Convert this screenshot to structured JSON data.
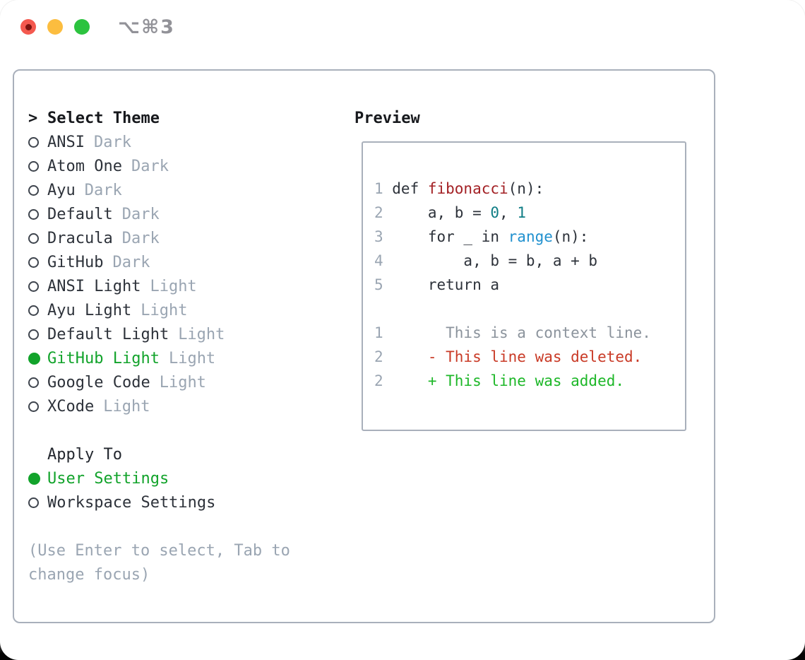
{
  "window": {
    "title_shortcut": "⌥⌘3"
  },
  "colors": {
    "fg": "#2d323a",
    "dim": "#9aa5b2",
    "ctx": "#8b939c",
    "func_red": "#a32125",
    "num_teal": "#0f7d85",
    "builtin_blue": "#2191cf",
    "del_red": "#c93a26",
    "add_green": "#1db728",
    "sel_green": "#12a32b"
  },
  "left": {
    "header": {
      "marker": ">",
      "label": "Select Theme"
    },
    "themes": [
      {
        "name": "ANSI",
        "variant": "Dark",
        "selected": false
      },
      {
        "name": "Atom One",
        "variant": "Dark",
        "selected": false
      },
      {
        "name": "Ayu",
        "variant": "Dark",
        "selected": false
      },
      {
        "name": "Default",
        "variant": "Dark",
        "selected": false
      },
      {
        "name": "Dracula",
        "variant": "Dark",
        "selected": false
      },
      {
        "name": "GitHub",
        "variant": "Dark",
        "selected": false
      },
      {
        "name": "ANSI Light",
        "variant": "Light",
        "selected": false
      },
      {
        "name": "Ayu Light",
        "variant": "Light",
        "selected": false
      },
      {
        "name": "Default Light",
        "variant": "Light",
        "selected": false
      },
      {
        "name": "GitHub Light",
        "variant": "Light",
        "selected": true
      },
      {
        "name": "Google Code",
        "variant": "Light",
        "selected": false
      },
      {
        "name": "XCode",
        "variant": "Light",
        "selected": false
      }
    ],
    "apply_to": {
      "label": "Apply To",
      "options": [
        {
          "name": "User Settings",
          "selected": true
        },
        {
          "name": "Workspace Settings",
          "selected": false
        }
      ]
    },
    "hint_lines": [
      "(Use Enter to select, Tab to",
      "change focus)"
    ]
  },
  "preview": {
    "label": "Preview",
    "code_lines": [
      {
        "kind": "code",
        "num": "1",
        "tokens": [
          {
            "text": "def ",
            "color": "fg"
          },
          {
            "text": "fibonacci",
            "color": "func_red"
          },
          {
            "text": "(n):",
            "color": "fg"
          }
        ]
      },
      {
        "kind": "code",
        "num": "2",
        "tokens": [
          {
            "text": "    a, b = ",
            "color": "fg"
          },
          {
            "text": "0",
            "color": "num_teal"
          },
          {
            "text": ", ",
            "color": "fg"
          },
          {
            "text": "1",
            "color": "num_teal"
          }
        ]
      },
      {
        "kind": "code",
        "num": "3",
        "tokens": [
          {
            "text": "    for _ in ",
            "color": "fg"
          },
          {
            "text": "range",
            "color": "builtin_blue"
          },
          {
            "text": "(n):",
            "color": "fg"
          }
        ]
      },
      {
        "kind": "code",
        "num": "4",
        "tokens": [
          {
            "text": "        a, b = b, a + b",
            "color": "fg"
          }
        ]
      },
      {
        "kind": "code",
        "num": "5",
        "tokens": [
          {
            "text": "    return a",
            "color": "fg"
          }
        ]
      },
      {
        "kind": "blank",
        "num": "",
        "tokens": []
      },
      {
        "kind": "context",
        "num": "1",
        "tokens": [
          {
            "text": "      This is a context line.",
            "color": "ctx"
          }
        ]
      },
      {
        "kind": "deleted",
        "num": "2",
        "tokens": [
          {
            "text": "    - This line was deleted.",
            "color": "del_red"
          }
        ]
      },
      {
        "kind": "added",
        "num": "2",
        "tokens": [
          {
            "text": "    + This line was added.",
            "color": "add_green"
          }
        ]
      }
    ]
  }
}
